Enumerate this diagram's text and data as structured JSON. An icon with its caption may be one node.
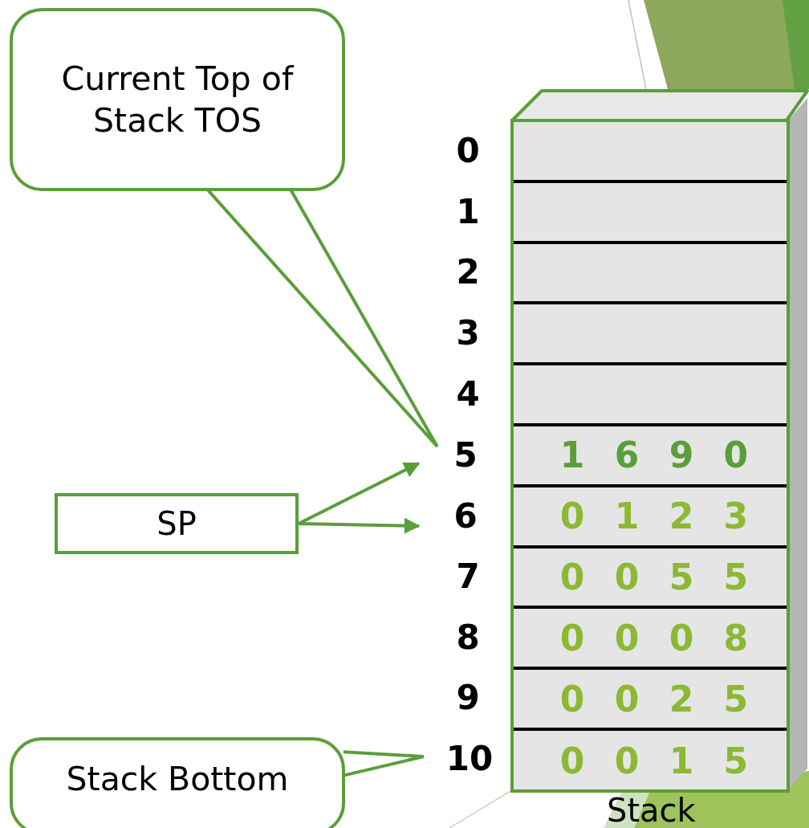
{
  "diagram": {
    "nodes": [
      {
        "text": [
          "Current Top of Stack TOS"
        ]
      },
      {
        "text": [
          "Stack"
        ]
      },
      {
        "text": [],
        "shape": "box",
        "in": 1
      },
      {
        "text": [],
        "shape": "box",
        "in": 1
      },
      {
        "text": [],
        "shape": "box",
        "in": 1
      },
      {
        "text": [],
        "shape": "box",
        "in": 1
      },
      {
        "text": [],
        "shape": "box",
        "in": 1
      },
      {
        "text": [
          "1 6 9 0"
        ],
        "in": 1
      },
      {
        "text": [
          "0 1 2 3"
        ],
        "in": 1
      },
      {
        "text": [
          "0 0 5 5"
        ],
        "in": 1
      },
      {
        "text": [
          "0 0 0 8"
        ],
        "in": 1
      },
      {
        "text": [
          "0 0 2 5"
        ],
        "in": 1
      },
      {
        "text": [
          "0 0 1 5"
        ],
        "in": 1
      },
      {
        "text": [
          "5"
        ]
      },
      {
        "text": [
          "SP"
        ]
      },
      {
        "text": [
          "6"
        ]
      },
      {
        "text": [
          "Stack Bottom"
        ]
      },
      {
        "text": [
          "10"
        ]
      }
    ],
    "edges": [
      {
        "from": 0,
        "to": 13,
        "arrow": "none"
      },
      {
        "from": 14,
        "to": 13,
        "arrow": "to"
      },
      {
        "from": 14,
        "to": 15,
        "arrow": "to"
      },
      {
        "from": 16,
        "to": 17,
        "arrow": "none"
      }
    ],
    "labels": [
      "0",
      "1",
      "2",
      "3",
      "4",
      "7",
      "8",
      "9"
    ]
  }
}
